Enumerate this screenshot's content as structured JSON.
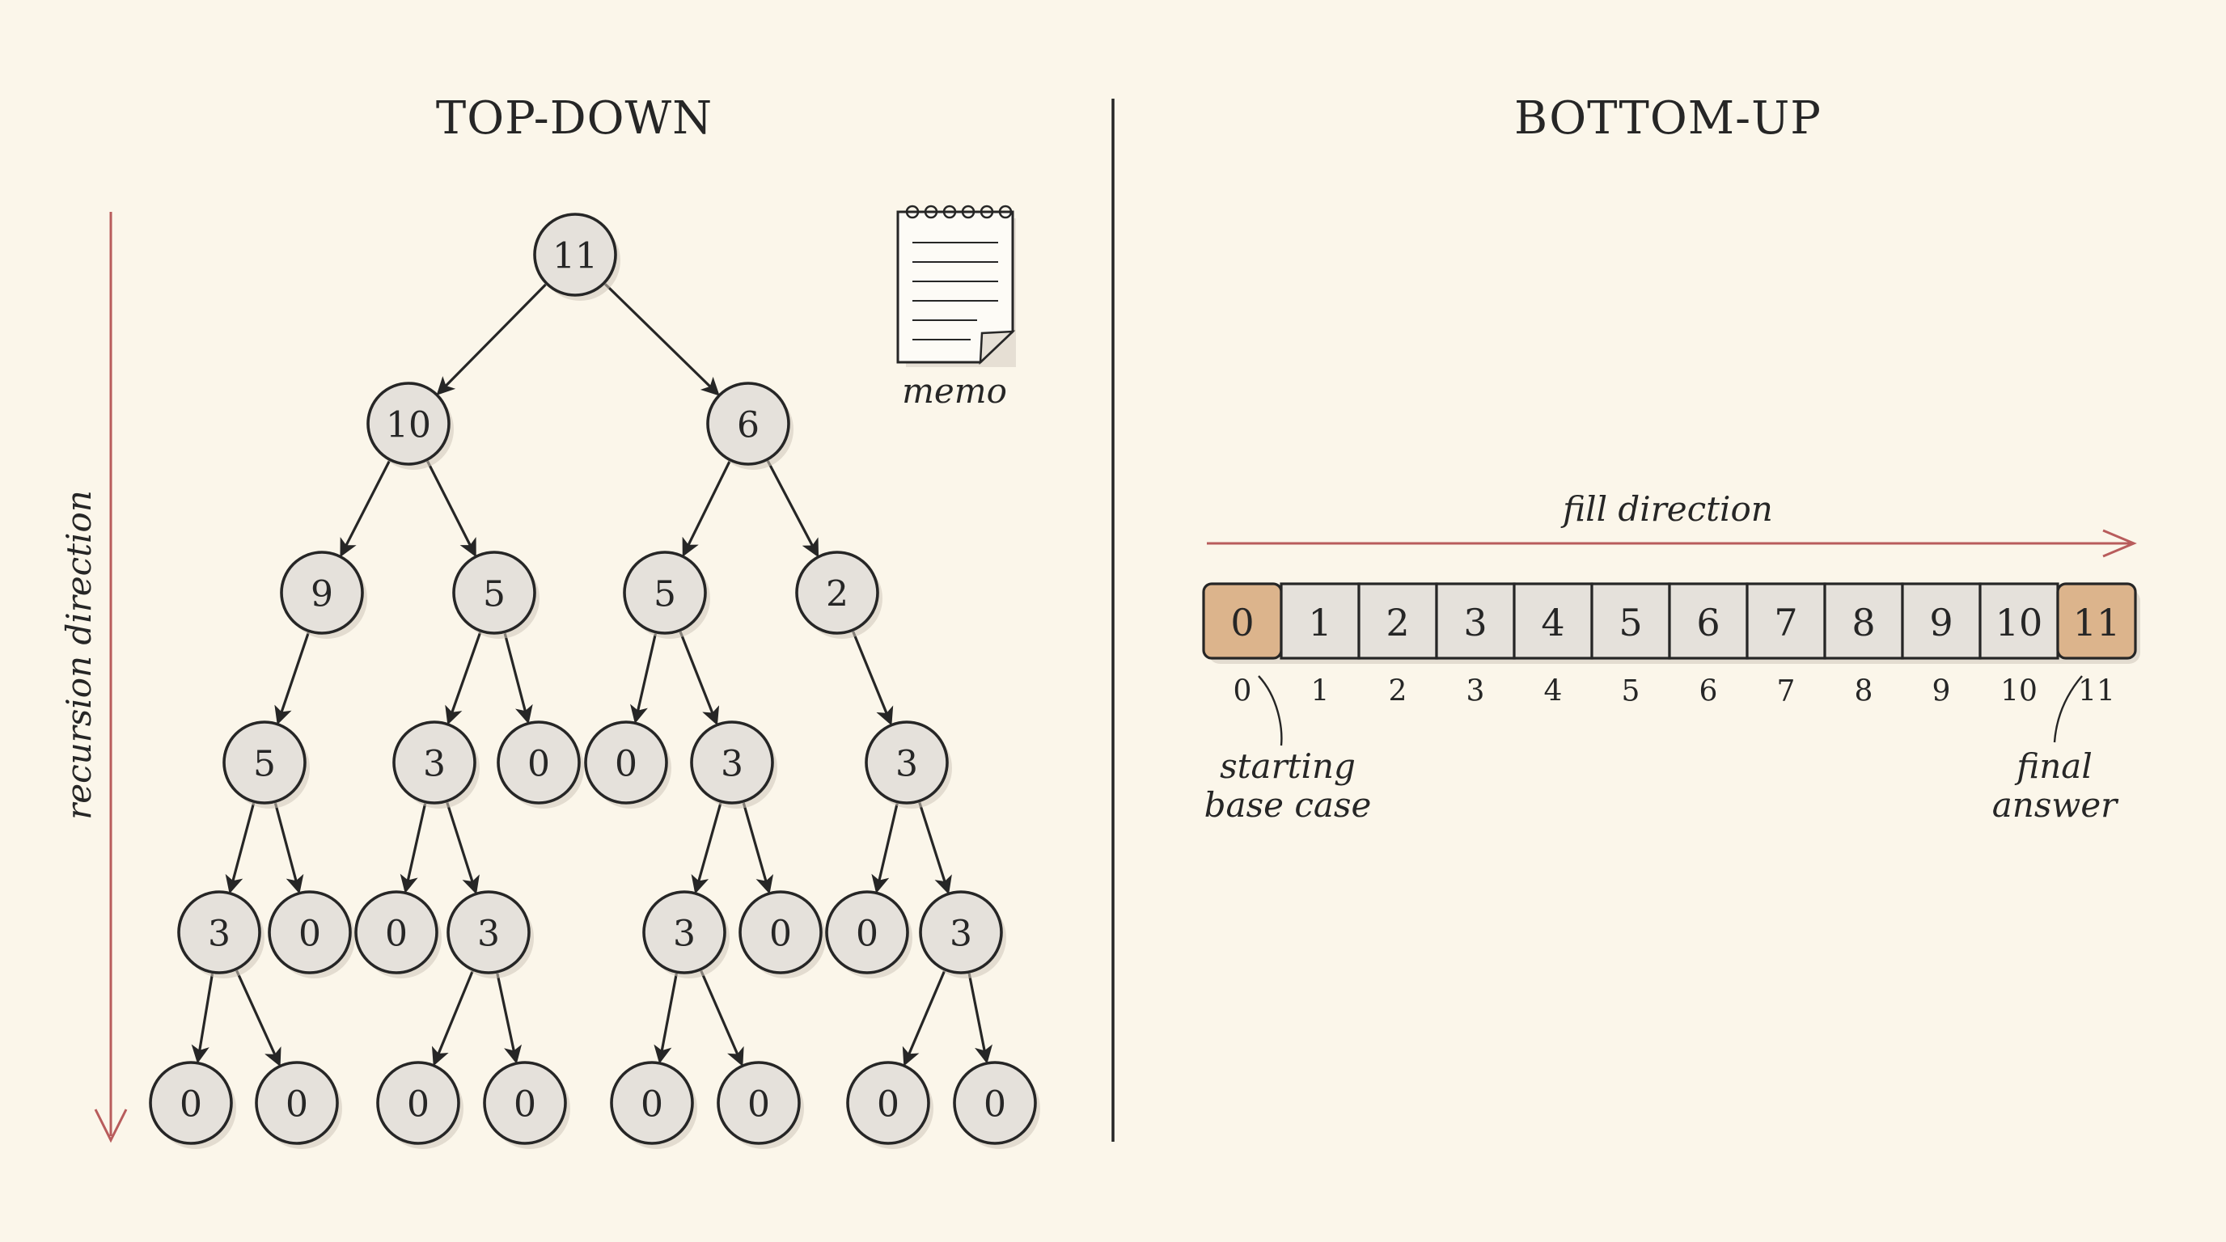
{
  "titles": {
    "left": "TOP-DOWN",
    "right": "BOTTOM-UP"
  },
  "labels": {
    "recursion_direction": "recursion direction",
    "memo": "memo",
    "fill_direction": "fill direction",
    "start_line1": "starting",
    "start_line2": "base case",
    "final_line1": "final",
    "final_line2": "answer"
  },
  "colors": {
    "background": "#fbf6ea",
    "node_fill": "#e5e1db",
    "cell_fill": "#e5e1db",
    "highlight_fill": "#dcb48c",
    "arrow_red": "#b85c5c",
    "ink": "#262626"
  },
  "icons": {
    "memo": "notepad-icon"
  },
  "tree": {
    "nodes": [
      {
        "id": "n0",
        "label": "11"
      },
      {
        "id": "n1",
        "label": "10"
      },
      {
        "id": "n2",
        "label": "6"
      },
      {
        "id": "n3",
        "label": "9"
      },
      {
        "id": "n4",
        "label": "5"
      },
      {
        "id": "n5",
        "label": "5"
      },
      {
        "id": "n6",
        "label": "2"
      },
      {
        "id": "n7",
        "label": "5"
      },
      {
        "id": "n8",
        "label": "3"
      },
      {
        "id": "n9",
        "label": "0"
      },
      {
        "id": "n10",
        "label": "0"
      },
      {
        "id": "n11",
        "label": "3"
      },
      {
        "id": "n12",
        "label": "3"
      },
      {
        "id": "n13",
        "label": "3"
      },
      {
        "id": "n14",
        "label": "0"
      },
      {
        "id": "n15",
        "label": "0"
      },
      {
        "id": "n16",
        "label": "3"
      },
      {
        "id": "n17",
        "label": "3"
      },
      {
        "id": "n18",
        "label": "0"
      },
      {
        "id": "n19",
        "label": "0"
      },
      {
        "id": "n20",
        "label": "3"
      },
      {
        "id": "n21",
        "label": "0"
      },
      {
        "id": "n22",
        "label": "0"
      },
      {
        "id": "n23",
        "label": "0"
      },
      {
        "id": "n24",
        "label": "0"
      },
      {
        "id": "n25",
        "label": "0"
      },
      {
        "id": "n26",
        "label": "0"
      },
      {
        "id": "n27",
        "label": "0"
      },
      {
        "id": "n28",
        "label": "0"
      }
    ],
    "edges": [
      [
        "n0",
        "n1"
      ],
      [
        "n0",
        "n2"
      ],
      [
        "n1",
        "n3"
      ],
      [
        "n1",
        "n4"
      ],
      [
        "n2",
        "n5"
      ],
      [
        "n2",
        "n6"
      ],
      [
        "n3",
        "n7"
      ],
      [
        "n4",
        "n8"
      ],
      [
        "n4",
        "n9"
      ],
      [
        "n5",
        "n10"
      ],
      [
        "n5",
        "n11"
      ],
      [
        "n6",
        "n12"
      ],
      [
        "n7",
        "n13"
      ],
      [
        "n7",
        "n14"
      ],
      [
        "n8",
        "n15"
      ],
      [
        "n8",
        "n16"
      ],
      [
        "n11",
        "n17"
      ],
      [
        "n11",
        "n18"
      ],
      [
        "n12",
        "n19"
      ],
      [
        "n12",
        "n20"
      ],
      [
        "n13",
        "n21"
      ],
      [
        "n13",
        "n22"
      ],
      [
        "n16",
        "n23"
      ],
      [
        "n16",
        "n24"
      ],
      [
        "n17",
        "n25"
      ],
      [
        "n17",
        "n26"
      ],
      [
        "n20",
        "n27"
      ],
      [
        "n20",
        "n28"
      ]
    ]
  },
  "table": {
    "values": [
      "0",
      "1",
      "2",
      "3",
      "4",
      "5",
      "6",
      "7",
      "8",
      "9",
      "10",
      "11"
    ],
    "indices": [
      "0",
      "1",
      "2",
      "3",
      "4",
      "5",
      "6",
      "7",
      "8",
      "9",
      "10",
      "11"
    ],
    "highlighted": [
      0,
      11
    ]
  }
}
